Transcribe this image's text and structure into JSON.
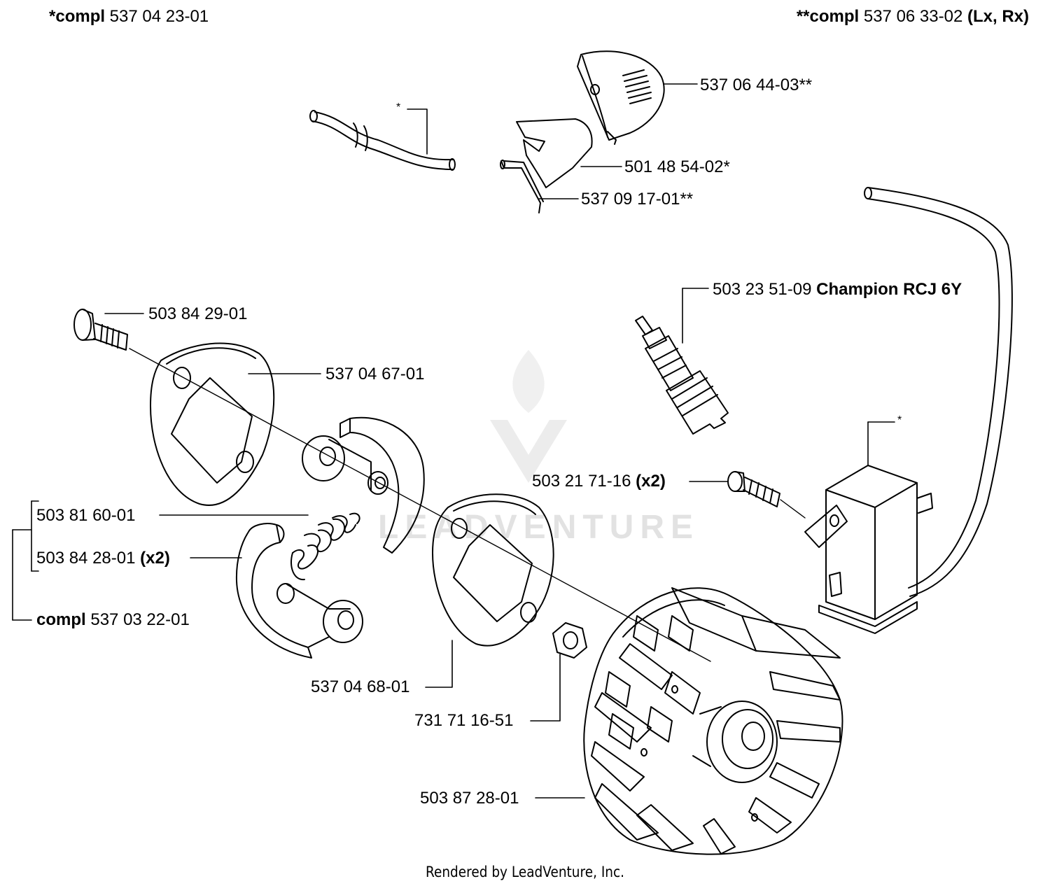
{
  "watermark": {
    "text": "LEADVENTURE"
  },
  "header": {
    "left": {
      "prefix": "*compl",
      "number": " 537 04 23-01"
    },
    "right": {
      "prefix": "**compl",
      "number": " 537 06 33-02 ",
      "suffix": "(Lx, Rx)"
    }
  },
  "parts": {
    "guard_cover": "537 06 44-03**",
    "hose_mark": "*",
    "intake_plate": "501 48 54-02*",
    "clip": "537 09 17-01**",
    "spark_plug": {
      "number": "503 23 51-09 ",
      "bold": "Champion RCJ 6Y"
    },
    "screw_top": "503 84 29-01",
    "washer_plate": "537 04 67-01",
    "module_mark": "*",
    "module_screw": {
      "number": "503 21 71-16 ",
      "bold": "(x2)"
    },
    "spring": "503 81 60-01",
    "shoe_screw": {
      "number": "503 84 28-01 ",
      "bold": "(x2)"
    },
    "clutch_compl": {
      "bold": "compl",
      "number": " 537 03 22-01"
    },
    "back_plate": "537 04 68-01",
    "nut": "731 71 16-51",
    "flywheel": "503 87 28-01"
  },
  "footer": "Rendered by LeadVenture, Inc."
}
